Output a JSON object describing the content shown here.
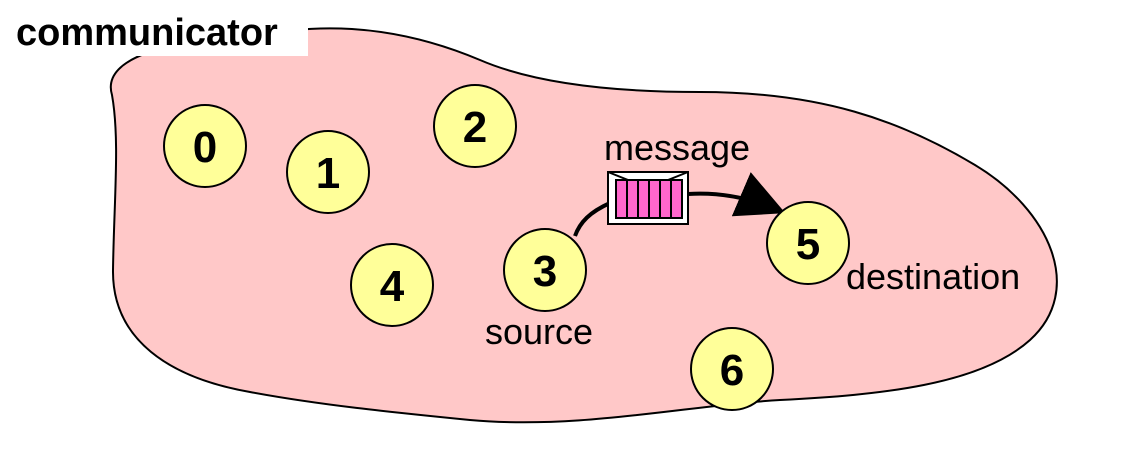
{
  "title": "communicator",
  "processes": [
    {
      "id": "0",
      "role": ""
    },
    {
      "id": "1",
      "role": ""
    },
    {
      "id": "2",
      "role": ""
    },
    {
      "id": "3",
      "role": "source"
    },
    {
      "id": "4",
      "role": ""
    },
    {
      "id": "5",
      "role": "destination"
    },
    {
      "id": "6",
      "role": ""
    }
  ],
  "message_label": "message",
  "source_label": "source",
  "destination_label": "destination",
  "colors": {
    "region_fill": "#ffc8c8",
    "process_fill": "#ffff99",
    "message_fill": "#ff66cc"
  }
}
